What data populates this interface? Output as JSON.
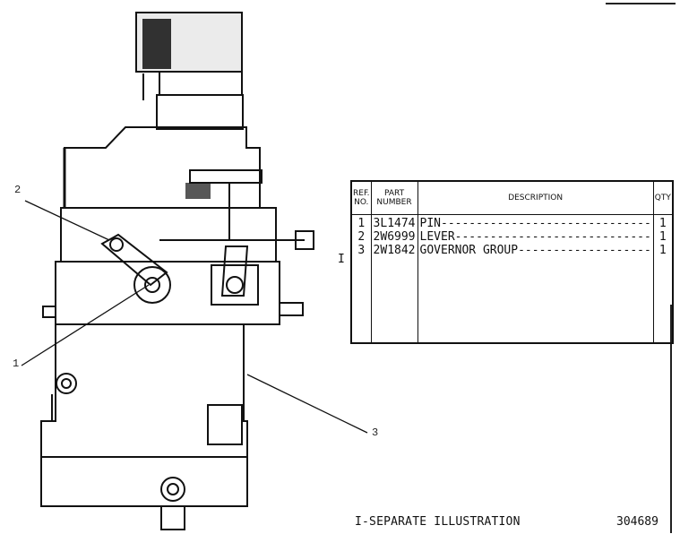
{
  "callouts": {
    "c1": "1",
    "c2": "2",
    "c3": "3"
  },
  "table": {
    "headers": {
      "ref": "REF.\nNO.",
      "part": "PART\nNUMBER",
      "desc": "DESCRIPTION",
      "qty": "QTY"
    },
    "rows": [
      {
        "ref": "1",
        "part": "3L1474",
        "desc": "PIN------------------------------",
        "qty": "1"
      },
      {
        "ref": "2",
        "part": "2W6999",
        "desc": "LEVER----------------------------",
        "qty": "1"
      },
      {
        "ref": "3",
        "part": "2W1842",
        "desc": "GOVERNOR GROUP-------------------",
        "qty": "1"
      }
    ]
  },
  "marker": "I",
  "footer": {
    "note": "I-SEPARATE ILLUSTRATION",
    "code": "304689"
  },
  "colors": {
    "ink": "#111111",
    "paper": "#ffffff"
  }
}
